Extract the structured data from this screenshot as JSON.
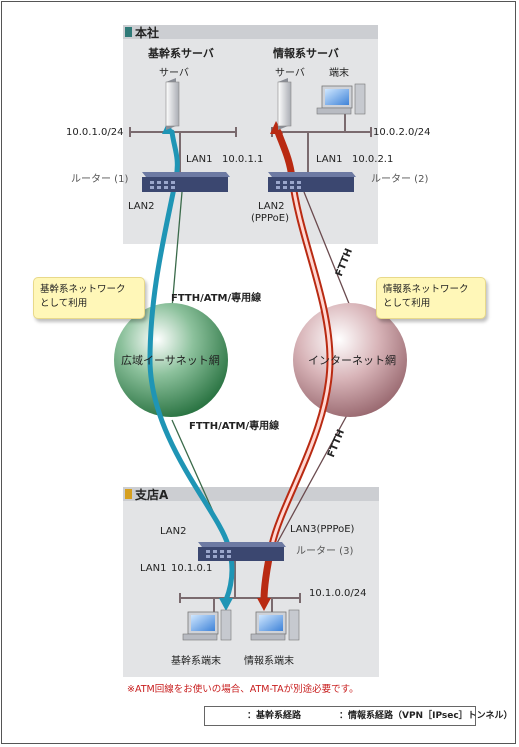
{
  "colors": {
    "trunk_route": "#1f95b5",
    "info_route": "#cc3a22",
    "ethernet_globe": "#3f8a58",
    "internet_globe": "#bf8e94",
    "panel_bg": "#e3e4e6",
    "note_bg": "#fff7b8"
  },
  "hq": {
    "title": "本社",
    "trunk_server_group": "基幹系サーバ",
    "info_server_group": "情報系サーバ",
    "server_label_1": "サーバ",
    "server_label_2": "サーバ",
    "terminal_label": "端末",
    "subnet_1": "10.0.1.0/24",
    "subnet_2": "10.0.2.0/24",
    "router1_lan1": "LAN1",
    "router1_ip": "10.0.1.1",
    "router1_name": "ルーター (1)",
    "router1_lan2": "LAN2",
    "router2_lan1": "LAN1",
    "router2_ip": "10.0.2.1",
    "router2_name": "ルーター (2)",
    "router2_lan2": "LAN2",
    "router2_pppoe": "(PPPoE)"
  },
  "wan": {
    "trunk_note": [
      "基幹系ネットワーク",
      "として利用"
    ],
    "info_note": [
      "情報系ネットワーク",
      "として利用"
    ],
    "ethernet_globe": "広域イーサネット網",
    "internet_globe": "インターネット網",
    "access_upper_left": "FTTH/ATM/専用線",
    "access_lower_left": "FTTH/ATM/専用線",
    "access_upper_right": "FTTH",
    "access_lower_right": "FTTH"
  },
  "branch": {
    "title": "支店A",
    "lan2": "LAN2",
    "lan3": "LAN3(PPPoE)",
    "router3_name": "ルーター (3)",
    "lan1": "LAN1",
    "lan1_ip": "10.1.0.1",
    "subnet": "10.1.0.0/24",
    "trunk_terminal": "基幹系端末",
    "info_terminal": "情報系端末"
  },
  "footnote": "※ATM回線をお使いの場合、ATM-TAが別途必要です。",
  "legend": {
    "trunk_route": "：基幹系経路",
    "info_route": "：情報系経路（VPN［IPsec］トンネル）"
  }
}
